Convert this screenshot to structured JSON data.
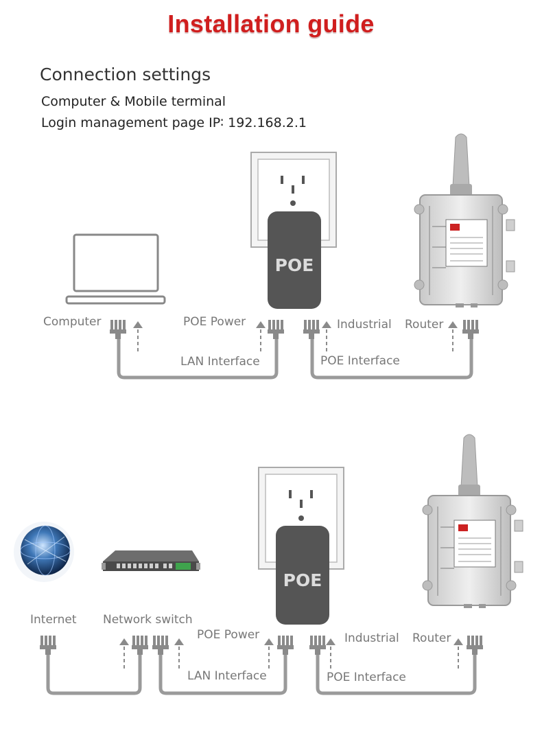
{
  "header": {
    "title": "Installation guide",
    "title_color": "#d01e1e"
  },
  "section": {
    "heading": "Connection settings",
    "line1": "Computer & Mobile terminal",
    "line2": "Login management page IP∶ 192.168.2.1"
  },
  "diagram1": {
    "computer_label": "Computer",
    "poe_power_label": "POE Power",
    "industrial_label": "Industrial",
    "router_label": "Router",
    "lan_interface_label": "LAN Interface",
    "poe_interface_label": "POE Interface",
    "poe_box_text": "POE"
  },
  "diagram2": {
    "internet_label": "Internet",
    "network_switch_label": "Network switch",
    "poe_power_label": "POE Power",
    "industrial_label": "Industrial",
    "router_label": "Router",
    "lan_interface_label": "LAN Interface",
    "poe_interface_label": "POE Interface",
    "poe_box_text": "POE"
  },
  "colors": {
    "cable": "#9a9a9a",
    "poe_box": "#555555",
    "text_gray": "#777777"
  }
}
